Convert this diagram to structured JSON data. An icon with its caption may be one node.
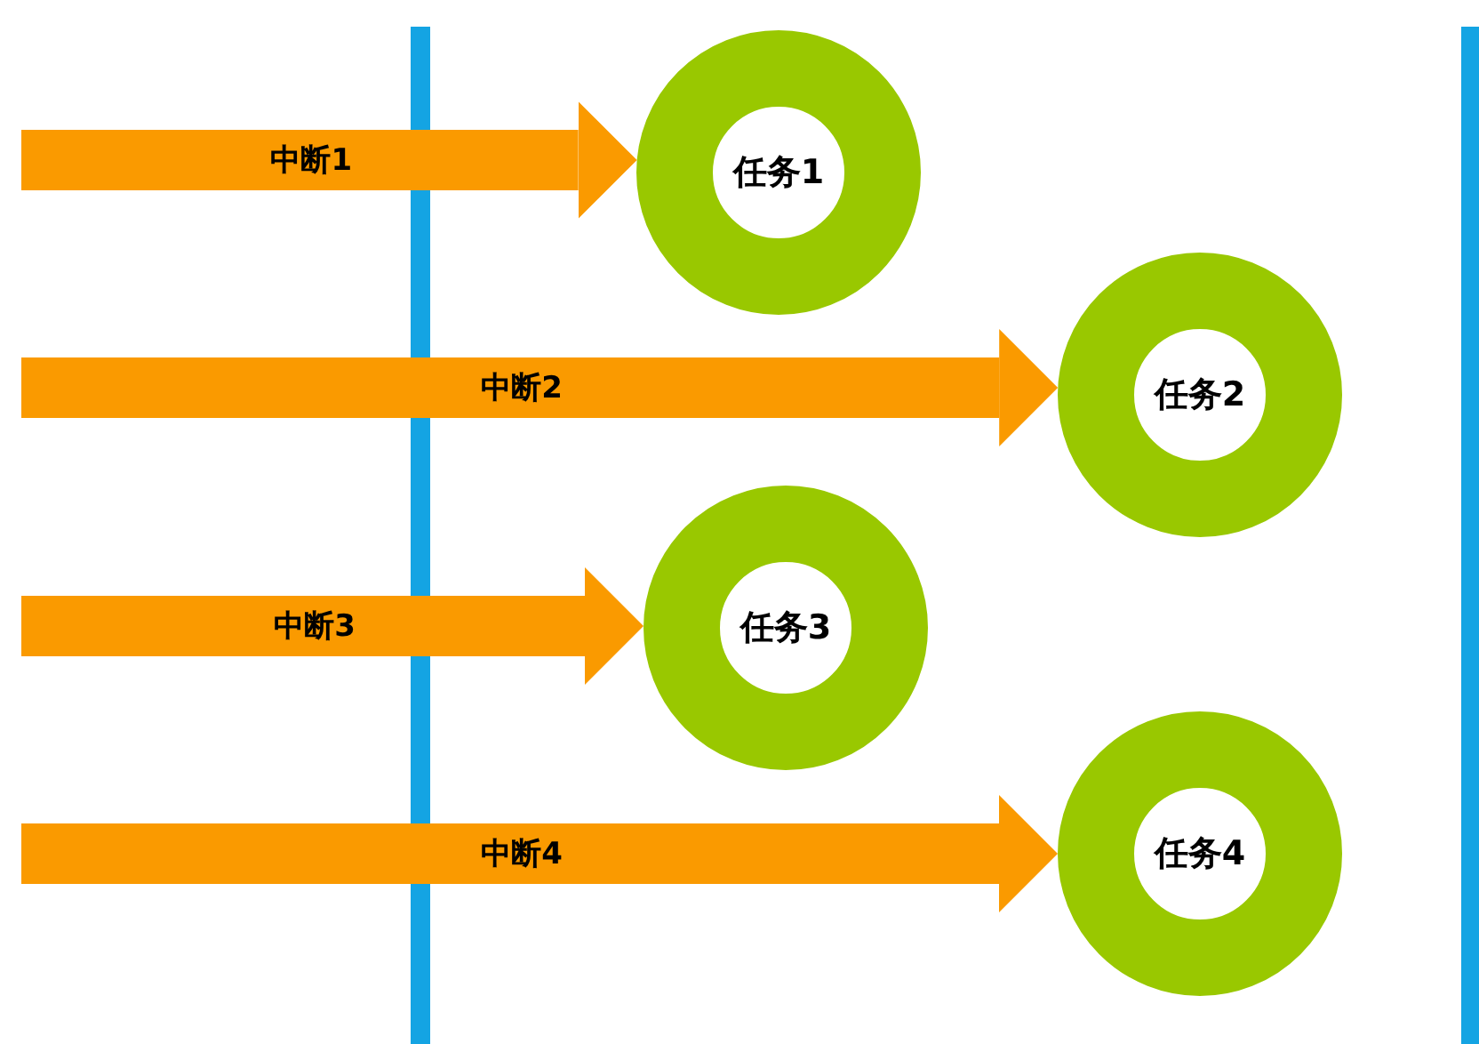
{
  "diagram": {
    "nodes": [
      {
        "text": [
          "任务1"
        ]
      },
      {
        "text": [
          "任务2"
        ]
      },
      {
        "text": [
          "任务3"
        ]
      },
      {
        "text": [
          "任务4"
        ]
      }
    ],
    "edges": [
      {
        "from": null,
        "to": 0,
        "arrow": "to",
        "label": "中断1"
      },
      {
        "from": null,
        "to": 1,
        "arrow": "to",
        "label": "中断2"
      },
      {
        "from": null,
        "to": 2,
        "arrow": "to",
        "label": "中断3"
      },
      {
        "from": null,
        "to": 3,
        "arrow": "to",
        "label": "中断4"
      }
    ]
  }
}
